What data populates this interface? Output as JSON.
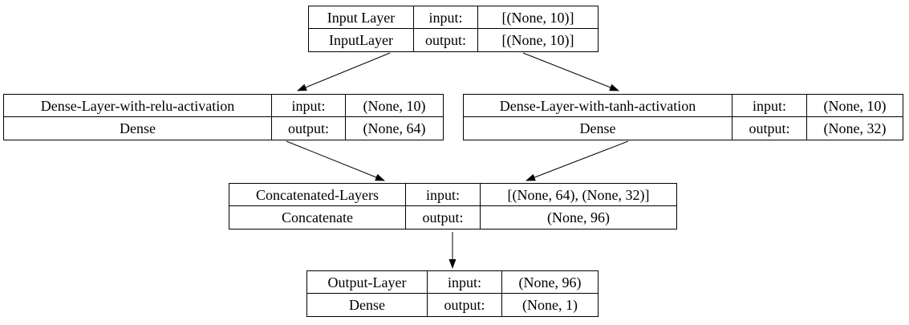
{
  "diagram": {
    "type": "keras-model-graph",
    "colors": {
      "background": "#ffffff",
      "line": "#000000",
      "text": "#000000"
    }
  },
  "nodes": [
    {
      "id": "input-layer",
      "name": "Input Layer",
      "class_name": "InputLayer",
      "input_label": "input:",
      "output_label": "output:",
      "input_shape": "[(None, 10)]",
      "output_shape": "[(None, 10)]"
    },
    {
      "id": "dense-relu",
      "name": "Dense-Layer-with-relu-activation",
      "class_name": "Dense",
      "input_label": "input:",
      "output_label": "output:",
      "input_shape": "(None, 10)",
      "output_shape": "(None, 64)"
    },
    {
      "id": "dense-tanh",
      "name": "Dense-Layer-with-tanh-activation",
      "class_name": "Dense",
      "input_label": "input:",
      "output_label": "output:",
      "input_shape": "(None, 10)",
      "output_shape": "(None, 32)"
    },
    {
      "id": "concatenated-layers",
      "name": "Concatenated-Layers",
      "class_name": "Concatenate",
      "input_label": "input:",
      "output_label": "output:",
      "input_shape": "[(None, 64), (None, 32)]",
      "output_shape": "(None, 96)"
    },
    {
      "id": "output-layer",
      "name": "Output-Layer",
      "class_name": "Dense",
      "input_label": "input:",
      "output_label": "output:",
      "input_shape": "(None, 96)",
      "output_shape": "(None, 1)"
    }
  ],
  "edges": [
    {
      "from": "Input Layer",
      "to": "Dense-Layer-with-relu-activation"
    },
    {
      "from": "Input Layer",
      "to": "Dense-Layer-with-tanh-activation"
    },
    {
      "from": "Dense-Layer-with-relu-activation",
      "to": "Concatenated-Layers"
    },
    {
      "from": "Dense-Layer-with-tanh-activation",
      "to": "Concatenated-Layers"
    },
    {
      "from": "Concatenated-Layers",
      "to": "Output-Layer"
    }
  ]
}
